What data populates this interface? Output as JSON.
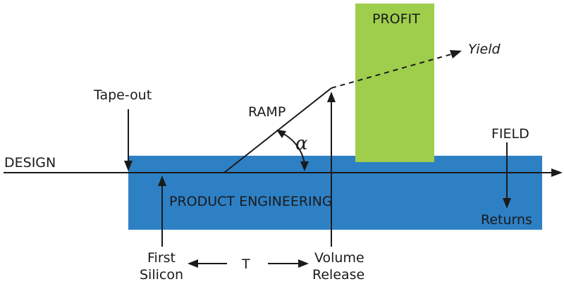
{
  "colors": {
    "product_engineering_band": "#2e80c5",
    "profit_bar": "#9fce4c",
    "lines": "#1a1a1a",
    "background": "#ffffff"
  },
  "labels": {
    "design": "DESIGN",
    "tape_out": "Tape-out",
    "ramp": "RAMP",
    "alpha": "α",
    "profit": "PROFIT",
    "yield": "Yield",
    "field": "FIELD",
    "product_engineering": "PRODUCT ENGINEERING",
    "returns": "Returns",
    "first_silicon": [
      "First",
      "Silicon"
    ],
    "t": "T",
    "volume_release": [
      "Volume",
      "Release"
    ]
  }
}
